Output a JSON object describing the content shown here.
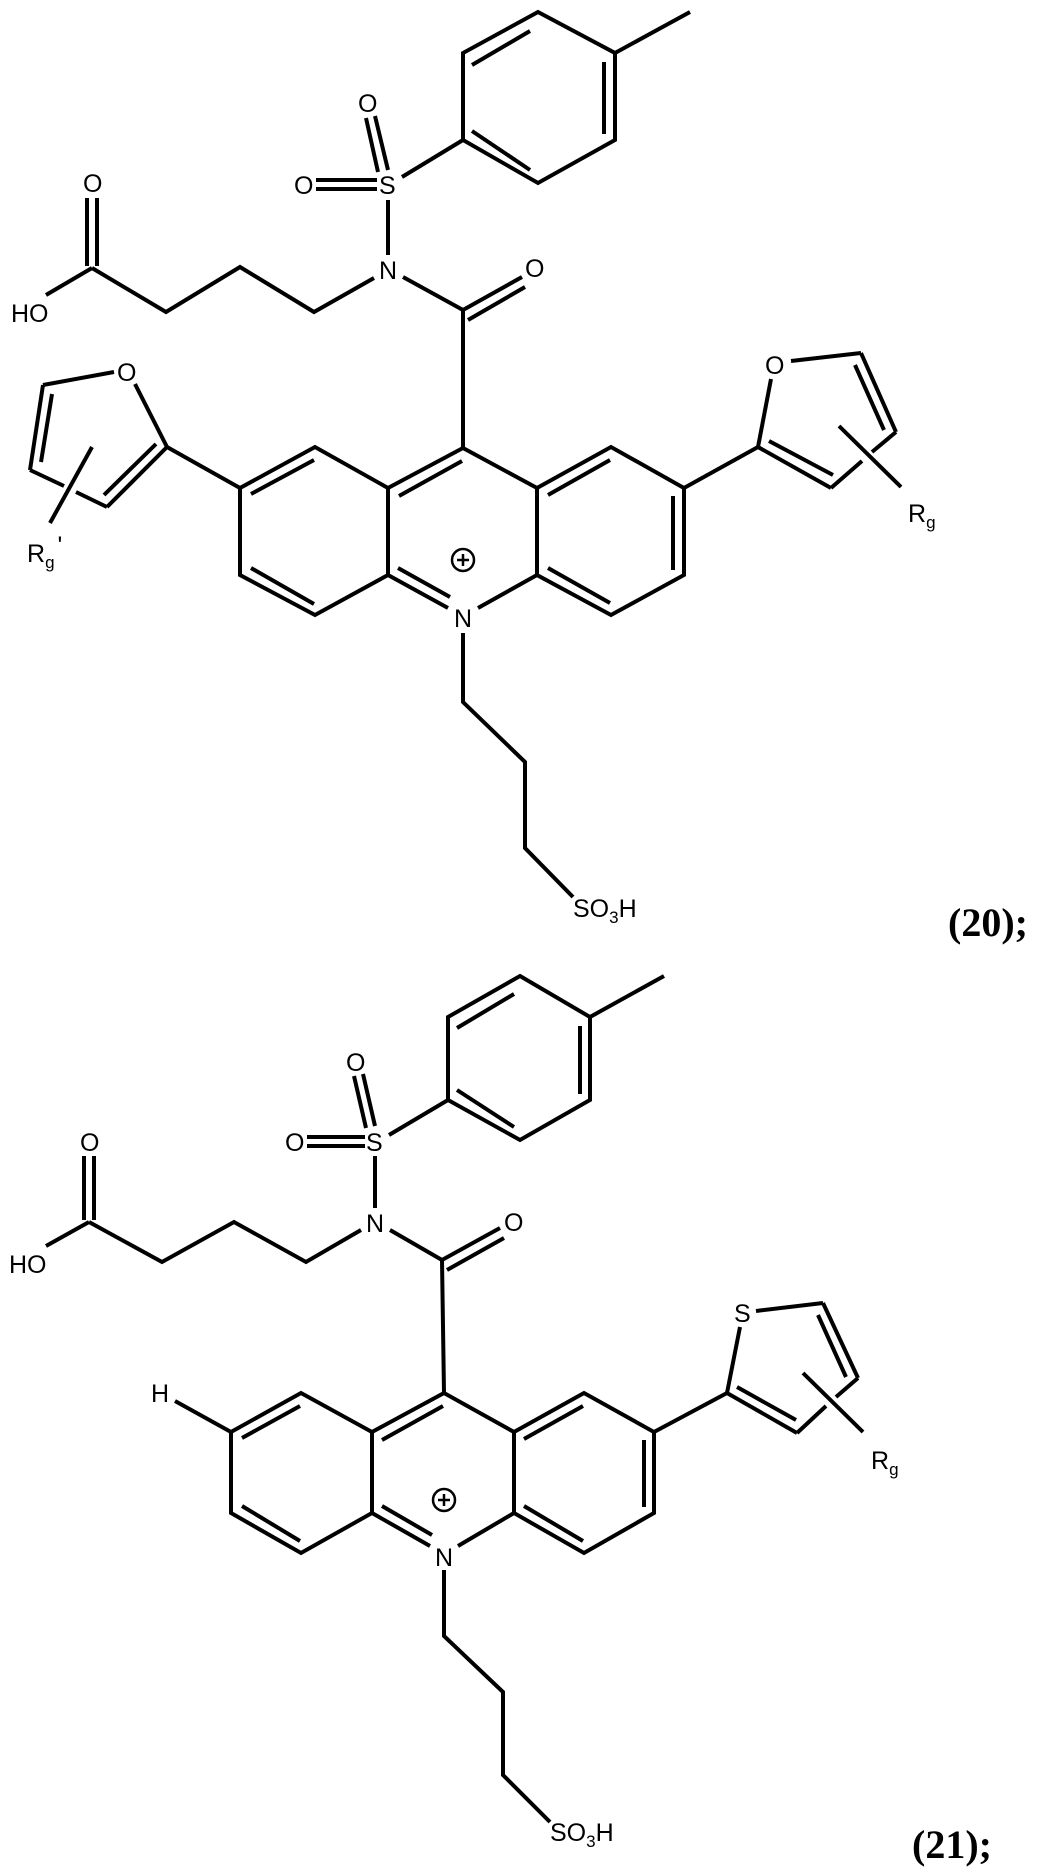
{
  "structures": [
    {
      "id": "compound-20",
      "compound_number": "(20);",
      "labels": {
        "acid_oh": "HO",
        "acid_o": "O",
        "sulfonyl_s": "S",
        "sulfonyl_o_top": "O",
        "sulfonyl_o_left": "O",
        "amide_n": "N",
        "carbonyl_o": "O",
        "ring_n": "N",
        "furan_left_o": "O",
        "furan_right_o": "O",
        "substituent_left": "R",
        "substituent_left_sub": "g",
        "substituent_left_prime": "'",
        "substituent_right": "R",
        "substituent_right_sub": "g",
        "sulfonic_s": "SO",
        "sulfonic_sub": "3",
        "sulfonic_h": "H"
      }
    },
    {
      "id": "compound-21",
      "compound_number": "(21);",
      "labels": {
        "acid_oh": "HO",
        "acid_o": "O",
        "sulfonyl_s": "S",
        "sulfonyl_o_top": "O",
        "sulfonyl_o_left": "O",
        "amide_n": "N",
        "carbonyl_o": "O",
        "ring_n": "N",
        "hydrogen": "H",
        "thiophene_s": "S",
        "substituent_right": "R",
        "substituent_right_sub": "g",
        "sulfonic_s": "SO",
        "sulfonic_sub": "3",
        "sulfonic_h": "H"
      }
    }
  ],
  "colors": {
    "ink": "#000000",
    "background": "#ffffff"
  }
}
